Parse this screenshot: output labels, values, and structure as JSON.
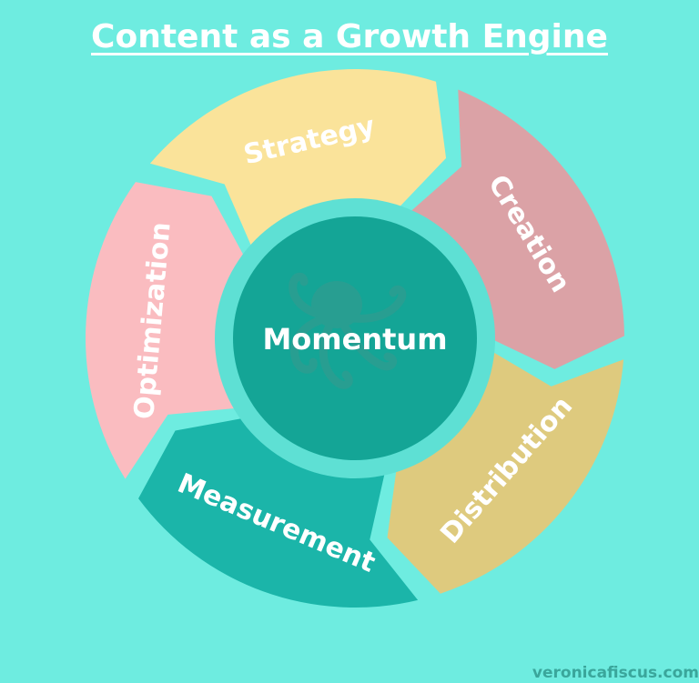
{
  "title": "Content as a Growth Engine",
  "hub": {
    "label": "Momentum",
    "icon": "octopus-icon"
  },
  "segments": [
    {
      "id": "strategy",
      "label": "Strategy",
      "color": "#fae39a"
    },
    {
      "id": "creation",
      "label": "Creation",
      "color": "#dba2a6"
    },
    {
      "id": "distribution",
      "label": "Distribution",
      "color": "#deca7e"
    },
    {
      "id": "measurement",
      "label": "Measurement",
      "color": "#1bb5a9"
    },
    {
      "id": "optimization",
      "label": "Optimization",
      "color": "#fabcc0"
    }
  ],
  "colors": {
    "background": "#6eece0",
    "hub": "#14a596",
    "hub_ring": "#5ee0d4",
    "icon": "#2f9c90"
  },
  "watermark": "veronicafiscus.com"
}
